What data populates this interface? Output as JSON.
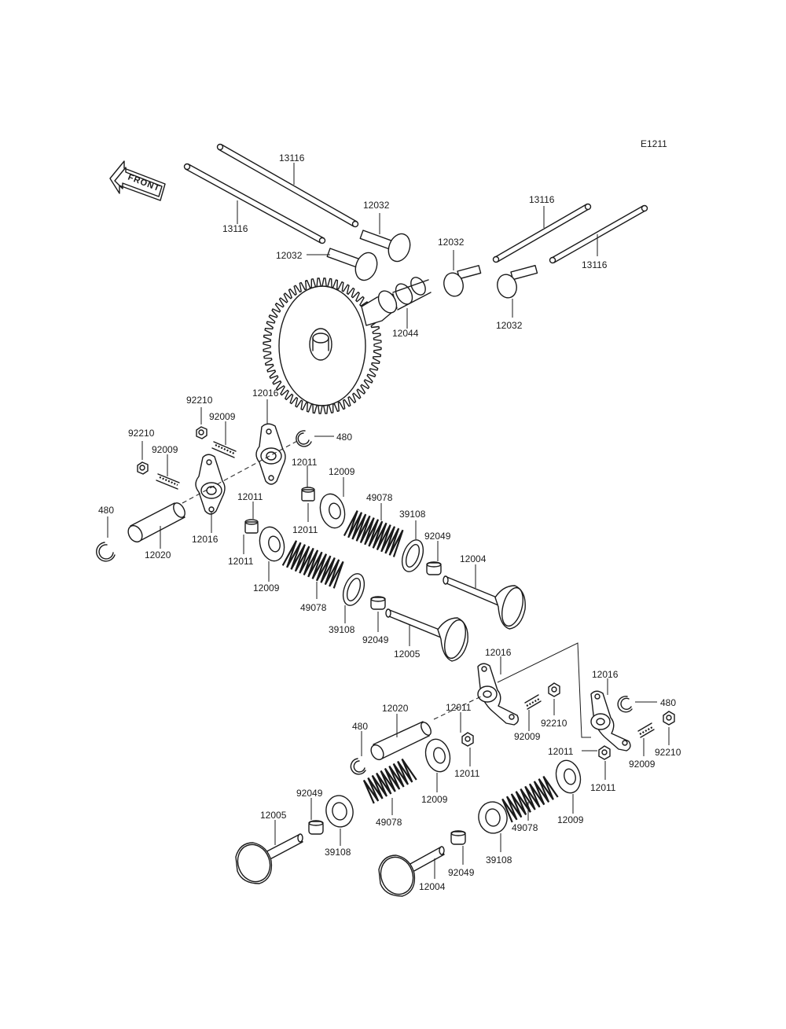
{
  "diagram_code": "E1211",
  "front_label": "FRONT",
  "parts": {
    "pushrod_upper_left": "13116",
    "pushrod_lower_left": "13116",
    "tappet_upper": "12032",
    "tappet_lower": "12032",
    "tappet_mid": "12032",
    "tappet_right": "12032",
    "pushrod_right_a": "13116",
    "pushrod_right_b": "13116",
    "camshaft": "12044",
    "nut_a": "92210",
    "nut_b": "92210",
    "screw_a": "92009",
    "screw_b": "92009",
    "rocker_arm_top": "12016",
    "rocker_arm_left": "12016",
    "circlip_top": "480",
    "circlip_left": "480",
    "shaft_left": "12020",
    "pivot_a": "12011",
    "pivot_b": "12011",
    "pivot_c": "12011",
    "pivot_d": "12011",
    "retainer_a": "12009",
    "retainer_b": "12009",
    "spring_a": "49078",
    "spring_b": "49078",
    "seat_a": "39108",
    "seat_b": "39108",
    "seal_a": "92049",
    "seal_b": "92049",
    "valve_exhaust": "12004",
    "valve_intake": "12005",
    "rocker_arm_low_a": "12016",
    "rocker_arm_low_b": "12016",
    "circlip_low_a": "480",
    "circlip_low_b": "480",
    "shaft_low": "12020",
    "pivot_low_a": "12011",
    "pivot_low_b": "12011",
    "pivot_low_c": "12011",
    "screw_low_a": "92009",
    "screw_low_b": "92009",
    "nut_low_a": "92210",
    "nut_low_b": "92210",
    "seal_low_a": "92049",
    "seal_low_b": "92049",
    "retainer_low_a": "12009",
    "retainer_low_b": "12009",
    "spring_low_a": "49078",
    "spring_low_b": "49078",
    "seat_low_a": "39108",
    "seat_low_b": "39108",
    "valve_low_intake": "12005",
    "valve_low_exhaust": "12004"
  }
}
